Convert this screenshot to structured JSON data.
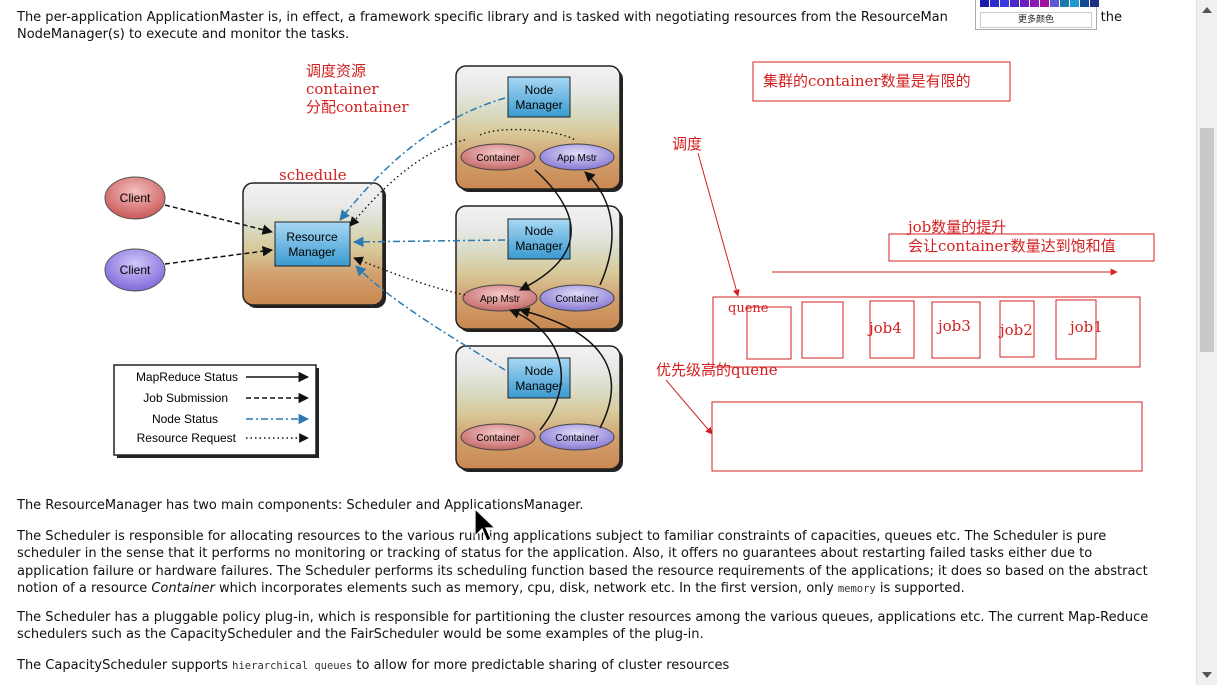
{
  "paragraphs": {
    "intro_part1": "The per-application ApplicationMaster is, in effect, a framework specific library and is tasked with negotiating resources from the ResourceMan",
    "intro_part2": "with the",
    "intro_line2": "NodeManager(s) to execute and monitor the tasks.",
    "rm_components": "The ResourceManager has two main components: Scheduler and ApplicationsManager.",
    "scheduler_a": "The Scheduler is responsible for allocating resources to the various running applications subject to familiar constraints of capacities, queues etc. The Scheduler is pure scheduler in the sense that it performs no monitoring or tracking of status for the application. Also, it offers no guarantees about restarting failed tasks either due to application failure or hardware failures. The Scheduler performs its scheduling function based the resource requirements of the applications; it does so based on the abstract notion of a resource ",
    "scheduler_container": "Container",
    "scheduler_b": " which incorporates elements such as memory, cpu, disk, network etc. In the first version, only ",
    "scheduler_memory": "memory",
    "scheduler_c": " is supported.",
    "plugin": "The Scheduler has a pluggable policy plug-in, which is responsible for partitioning the cluster resources among the various queues, applications etc. The current Map-Reduce schedulers such as the CapacityScheduler and the FairScheduler would be some examples of the plug-in.",
    "capacity_a": "The CapacityScheduler supports ",
    "capacity_code": "hierarchical queues",
    "capacity_b": " to allow for more predictable sharing of cluster resources"
  },
  "palette": {
    "more_colors": "更多颜色",
    "swatches": [
      "#1a1aa8",
      "#2a2ad0",
      "#3a3ae0",
      "#4a28c8",
      "#6a20c0",
      "#8a1ab0",
      "#a0109a",
      "#5a5ad8",
      "#1a7ab0",
      "#1a9ad0",
      "#104a90",
      "#203080"
    ]
  },
  "diagram": {
    "clients": [
      "Client",
      "Client"
    ],
    "resource_manager": [
      "Resource",
      "Manager"
    ],
    "node_manager": [
      "Node",
      "Manager"
    ],
    "node1": [
      "Container",
      "App Mstr"
    ],
    "node2": [
      "App Mstr",
      "Container"
    ],
    "node3": [
      "Container",
      "Container"
    ],
    "legend": [
      "MapReduce Status",
      "Job Submission",
      "Node Status",
      "Resource Request"
    ]
  },
  "annotations": {
    "schedule_resource": "调度资源",
    "container": "container",
    "allocate_container": "分配container",
    "schedule": "schedule",
    "cluster_limit": "集群的container数量是有限的",
    "dispatch": "调度",
    "job_increase": "job数量的提升",
    "saturation": "会让container数量达到饱和值",
    "queue": "quene",
    "jobs": [
      "job4",
      "job3",
      "job2",
      "job1"
    ],
    "priority_queue": "优先级高的quene"
  },
  "colors": {
    "annotation_red": "#d42020",
    "rm_blue": "#3a9ad0",
    "client_red": "#c85050",
    "client_purple": "#7a60d8",
    "status_blue": "#2a7ab0"
  }
}
